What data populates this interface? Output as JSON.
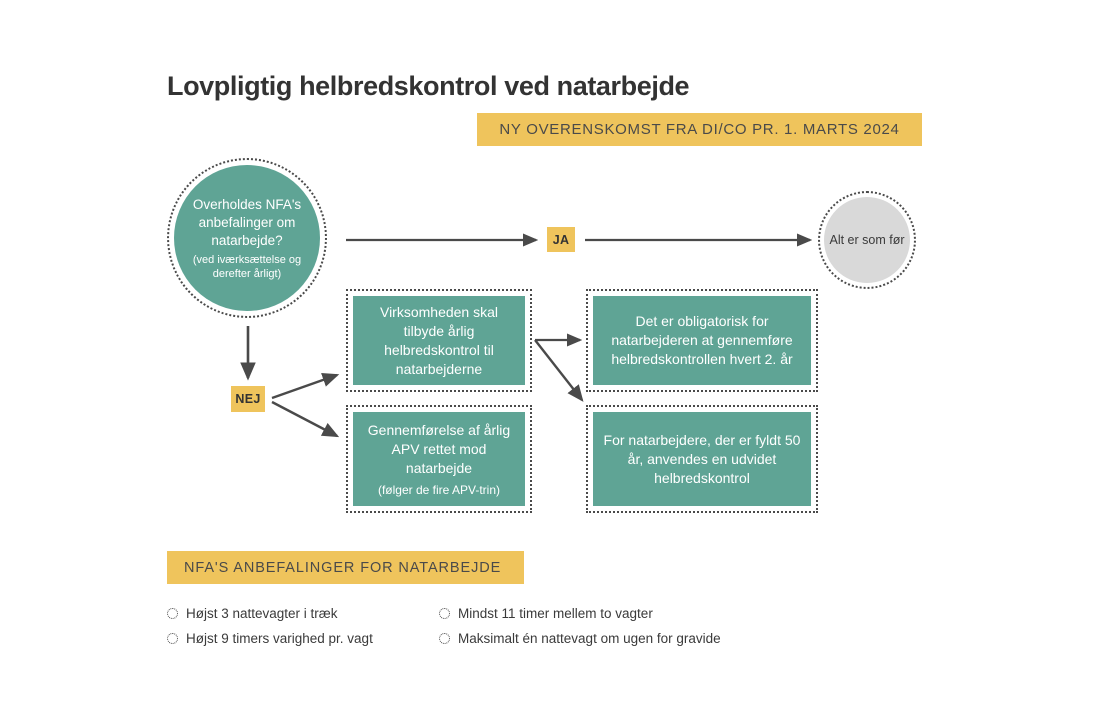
{
  "colors": {
    "teal": "#5FA495",
    "yellow": "#EFC45C",
    "gray": "#D9D9D9",
    "ink": "#3a3a3a"
  },
  "header": {
    "title": "Lovpligtig helbredskontrol ved natarbejde",
    "banner": "NY OVERENSKOMST FRA DI/CO PR. 1. MARTS 2024"
  },
  "flow": {
    "decision": {
      "main": "Overholdes NFA's anbefalinger om natarbejde?",
      "sub": "(ved iværksættelse og derefter årligt)"
    },
    "yes_badge": "JA",
    "no_badge": "NEJ",
    "yes_result": "Alt er som før",
    "boxes": [
      {
        "id": "box-a",
        "text": "Virksomheden skal tilbyde årlig helbredskontrol til natarbejderne",
        "sub": ""
      },
      {
        "id": "box-b",
        "text": "Det er obligatorisk for natarbejderen at gennemføre helbredskontrollen hvert 2. år",
        "sub": ""
      },
      {
        "id": "box-c",
        "text": "Gennemførelse af årlig APV rettet mod natarbejde",
        "sub": "(følger de fire APV-trin)"
      },
      {
        "id": "box-d",
        "text": "For natarbejdere, der er fyldt 50 år, anvendes en udvidet helbredskontrol",
        "sub": ""
      }
    ]
  },
  "recommendations": {
    "heading": "NFA'S ANBEFALINGER FOR NATARBEJDE",
    "items": [
      "Højst 3 nattevagter i træk",
      "Mindst 11 timer mellem to vagter",
      "Højst 9 timers varighed pr. vagt",
      "Maksimalt én nattevagt om ugen for gravide"
    ]
  }
}
